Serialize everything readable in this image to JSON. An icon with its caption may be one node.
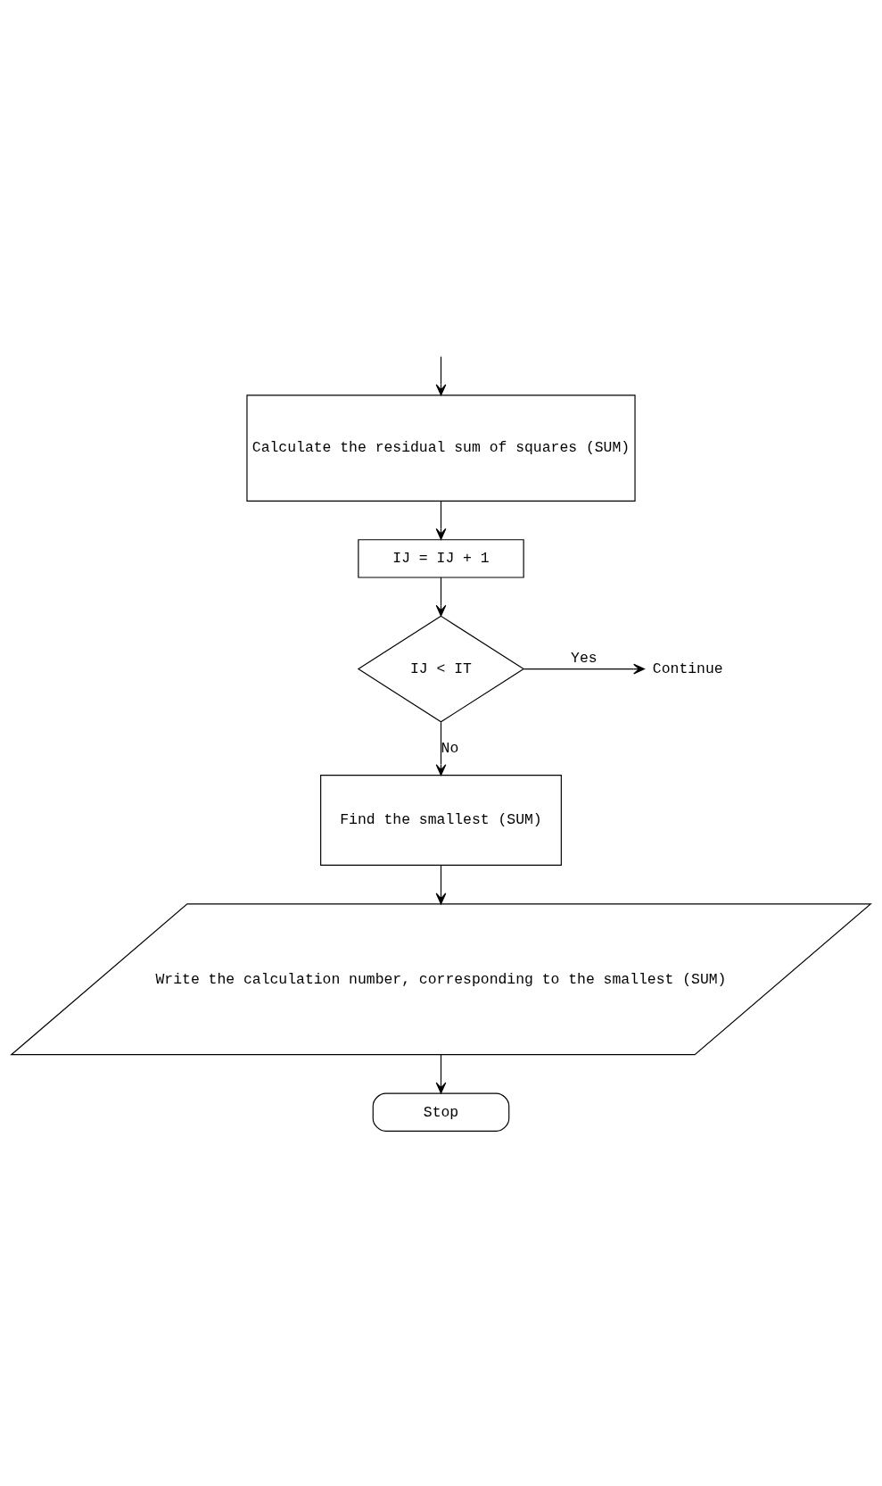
{
  "diagram": {
    "nodes": [
      {
        "text": [
          "Calculate the residual sum of squares (SUM)"
        ]
      },
      {
        "text": [
          "IJ = IJ + 1"
        ]
      },
      {
        "text": [
          "IJ < IT"
        ]
      },
      {
        "text": [
          "Continue"
        ]
      },
      {
        "text": [
          "Find the smallest (SUM)"
        ]
      },
      {
        "text": [
          "Write the calculation number, corresponding to the smallest (SUM)"
        ]
      },
      {
        "text": [
          "Stop"
        ]
      }
    ],
    "edges": [
      {
        "from": null,
        "to": 0,
        "arrow": "to"
      },
      {
        "from": 0,
        "to": 1,
        "arrow": "to"
      },
      {
        "from": 1,
        "to": 2,
        "arrow": "to"
      },
      {
        "from": 2,
        "to": 3,
        "arrow": "to",
        "label": "Yes"
      },
      {
        "from": 2,
        "to": 4,
        "arrow": "to",
        "label": "No"
      },
      {
        "from": 4,
        "to": 5,
        "arrow": "to"
      },
      {
        "from": 5,
        "to": 6,
        "arrow": "to"
      }
    ]
  }
}
